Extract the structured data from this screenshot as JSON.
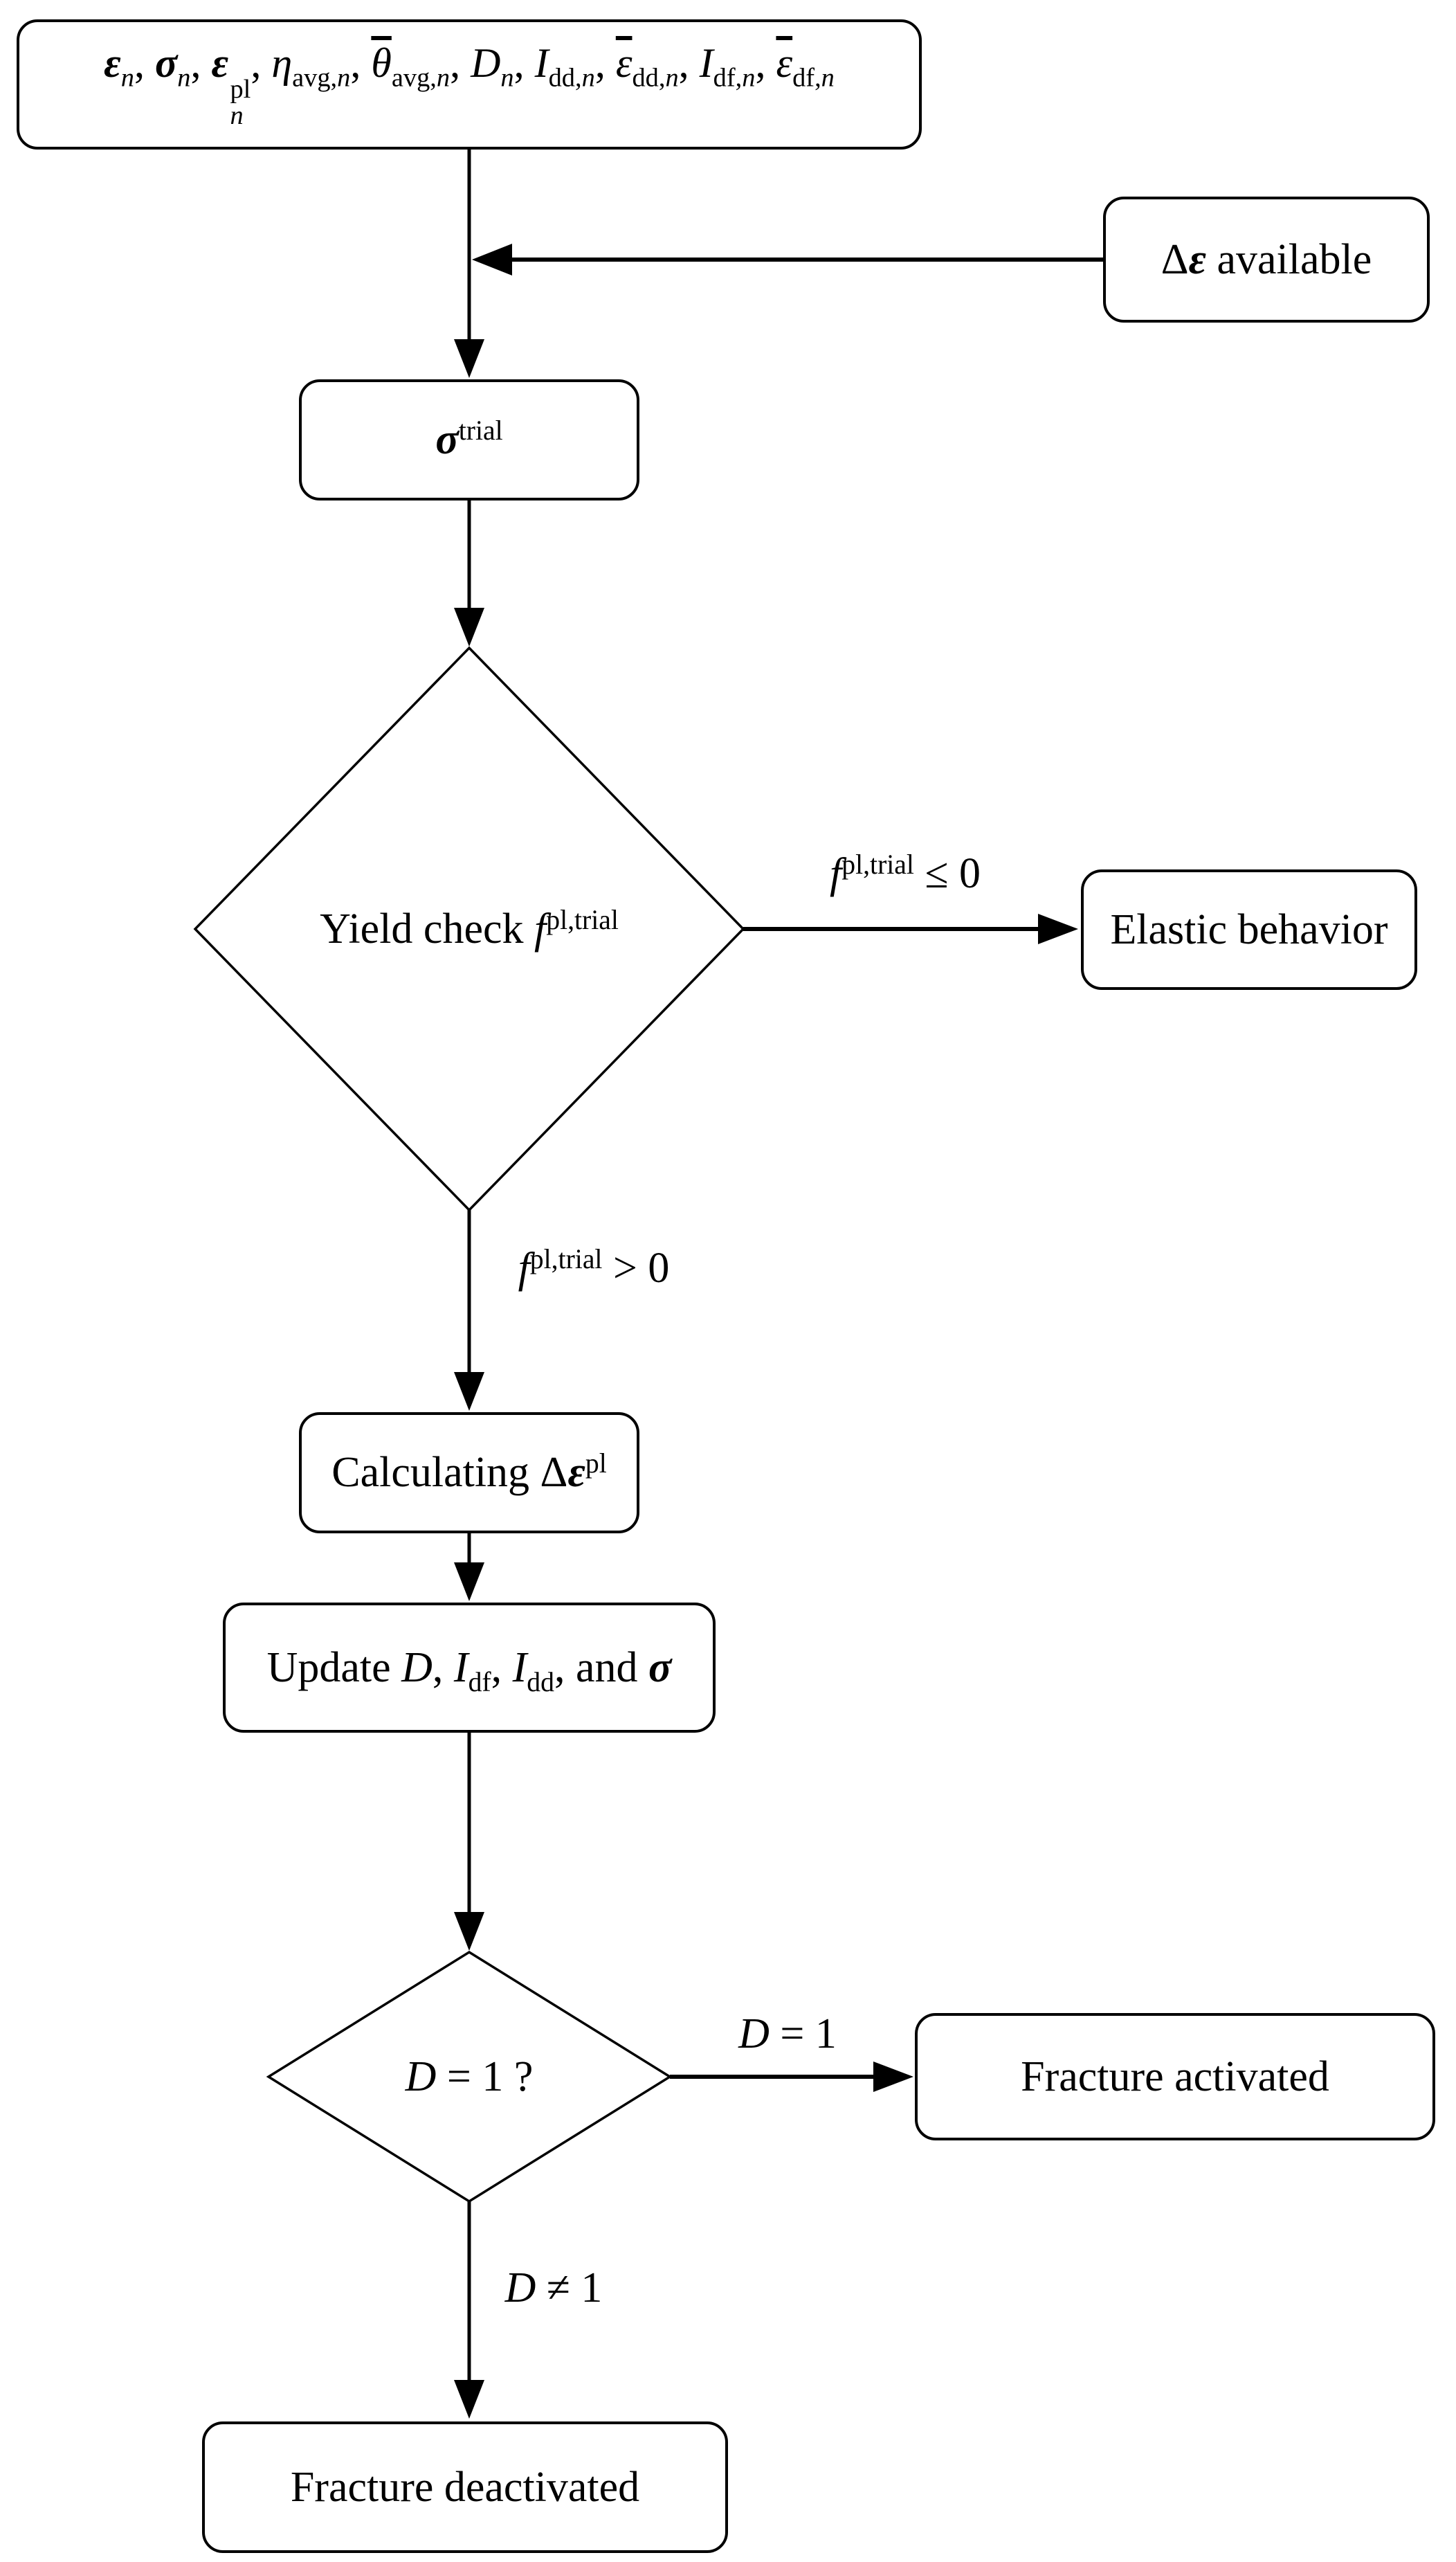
{
  "figure": {
    "type": "flowchart",
    "colors": {
      "background": "#ffffff",
      "stroke": "#000000",
      "node_fill": "#ffffff",
      "text": "#000000"
    },
    "nodes": [
      {
        "id": "state-variables",
        "shape": "rounded-rect",
        "text": "εn, σn, εn pl, ηavg,n, θ̄avg,n, Dn, Idd,n, ε̄dd,n, Idf,n, ε̄df,n",
        "html": "<b><i>ε</i></b><sub><i>n</i></sub>, <b><i>σ</i></b><sub><i>n</i></sub>, <b><i>ε</i></b><span class=\"ss\"><sup>pl</sup><sub><i>n</i></sub></span>, <i>η</i><sub>avg,<i>n</i></sub>, <span class=\"ov\"><i>θ</i></span><sub>avg,<i>n</i></sub>, <i>D</i><sub><i>n</i></sub>, <i>I</i><sub>dd,<i>n</i></sub>, <span class=\"ov\"><i>ε</i></span><sub>dd,<i>n</i></sub>, <i>I</i><sub>df,<i>n</i></sub>, <span class=\"ov\"><i>ε</i></span><sub>df,<i>n</i></sub>"
      },
      {
        "id": "strain-increment-available",
        "shape": "rounded-rect",
        "text": "Δε available",
        "html": "Δ<b><i>ε</i></b> available"
      },
      {
        "id": "trial-stress",
        "shape": "rounded-rect",
        "text": "σ trial",
        "html": "<b><i>σ</i></b><sup>trial</sup>"
      },
      {
        "id": "yield-check",
        "shape": "diamond",
        "text": "Yield check f pl,trial",
        "html": "Yield check <i>f</i><sup>pl,trial</sup>"
      },
      {
        "id": "elastic-behavior",
        "shape": "rounded-rect",
        "text": "Elastic behavior",
        "html": "Elastic behavior"
      },
      {
        "id": "calculate-plastic-strain-increment",
        "shape": "rounded-rect",
        "text": "Calculating Δε pl",
        "html": "Calculating Δ<b><i>ε</i></b><sup>pl</sup>"
      },
      {
        "id": "update-variables",
        "shape": "rounded-rect",
        "text": "Update D, Idf, Idd, and σ",
        "html": "Update <i>D</i>, <i>I</i><sub>df</sub>, <i>I</i><sub>dd</sub>, and <b><i>σ</i></b>"
      },
      {
        "id": "damage-check",
        "shape": "diamond",
        "text": "D = 1 ?",
        "html": "<i>D</i> = 1 ?"
      },
      {
        "id": "fracture-activated",
        "shape": "rounded-rect",
        "text": "Fracture activated",
        "html": "Fracture activated"
      },
      {
        "id": "fracture-deactivated",
        "shape": "rounded-rect",
        "text": "Fracture deactivated",
        "html": "Fracture deactivated"
      }
    ],
    "edge_labels": [
      {
        "id": "yield-false",
        "text": "f pl,trial ≤ 0",
        "html": "<i>f</i><sup>pl,trial</sup> ≤ 0"
      },
      {
        "id": "yield-true",
        "text": "f pl,trial > 0",
        "html": "<i>f</i><sup>pl,trial</sup> > 0"
      },
      {
        "id": "damage-true",
        "text": "D = 1",
        "html": "<i>D</i> = 1"
      },
      {
        "id": "damage-false",
        "text": "D ≠ 1",
        "html": "<i>D</i> ≠ 1"
      }
    ],
    "edges": [
      {
        "from": "state-variables",
        "to": "trial-stress",
        "label": ""
      },
      {
        "from": "strain-increment-available",
        "to": "state-variables-to-trial-stress-line",
        "label": ""
      },
      {
        "from": "trial-stress",
        "to": "yield-check",
        "label": ""
      },
      {
        "from": "yield-check",
        "to": "elastic-behavior",
        "label": "f pl,trial ≤ 0"
      },
      {
        "from": "yield-check",
        "to": "calculate-plastic-strain-increment",
        "label": "f pl,trial > 0"
      },
      {
        "from": "calculate-plastic-strain-increment",
        "to": "update-variables",
        "label": ""
      },
      {
        "from": "update-variables",
        "to": "damage-check",
        "label": ""
      },
      {
        "from": "damage-check",
        "to": "fracture-activated",
        "label": "D = 1"
      },
      {
        "from": "damage-check",
        "to": "fracture-deactivated",
        "label": "D ≠ 1"
      }
    ]
  }
}
